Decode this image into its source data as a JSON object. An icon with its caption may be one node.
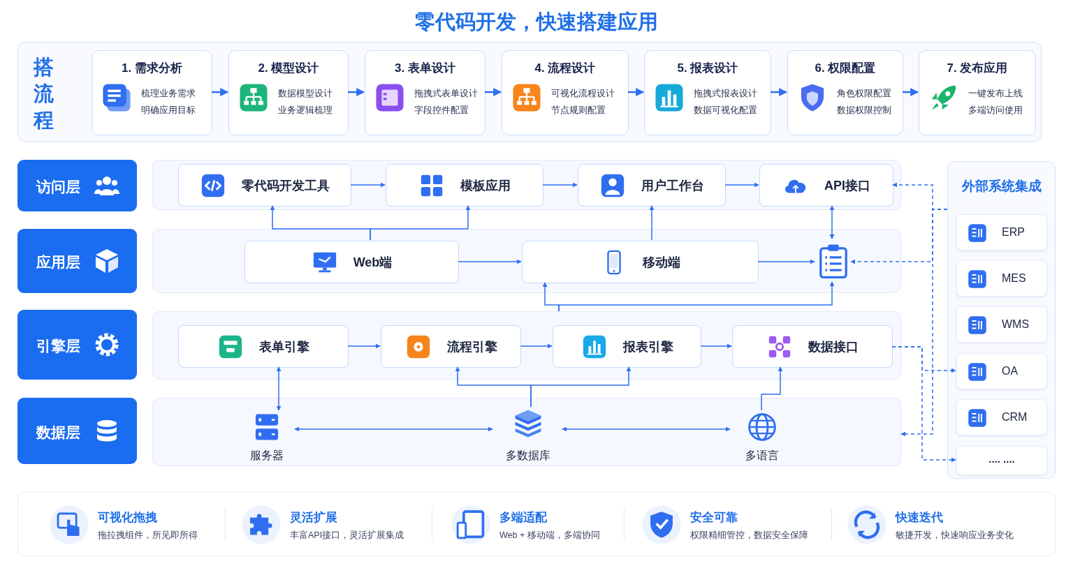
{
  "diagram": {
    "title": "零代码开发，快速搭建应用",
    "nodes": [
      {
        "text": [
          "搭流程"
        ]
      },
      {
        "text": [
          "1. 需求分析",
          "梳理业务需求明确应用目标"
        ],
        "in": 0
      },
      {
        "text": [
          "2. 模型设计",
          "数据模型设计业务逻辑梳理"
        ],
        "in": 0
      },
      {
        "text": [
          "3. 表单设计",
          "拖拽式表单设计字段控件配置"
        ],
        "in": 0
      },
      {
        "text": [
          "4. 流程设计",
          "可视化流程设计节点规则配置"
        ],
        "in": 0
      },
      {
        "text": [
          "5. 报表设计",
          "拖拽式报表设计数据可视化配置"
        ],
        "in": 0
      },
      {
        "text": [
          "6. 权限配置",
          "角色权限配置数据权限控制"
        ],
        "in": 0
      },
      {
        "text": [
          "7. 发布应用",
          "一键发布上线多端访问使用"
        ],
        "in": 0
      },
      {
        "text": [
          "访问层"
        ]
      },
      {
        "text": [],
        "shape": "box"
      },
      {
        "text": [
          "零代码开发工具"
        ],
        "in": 9
      },
      {
        "text": [
          "模板应用"
        ],
        "in": 9
      },
      {
        "text": [
          "用户工作台"
        ],
        "in": 9
      },
      {
        "text": [
          "API接口"
        ],
        "in": 9
      },
      {
        "text": [
          "应用层"
        ]
      },
      {
        "text": [],
        "shape": "box"
      },
      {
        "text": [
          "Web端"
        ],
        "in": 15
      },
      {
        "text": [
          "移动端"
        ],
        "in": 15
      },
      {
        "text": [],
        "shape": "clipboard",
        "in": 15
      },
      {
        "text": [
          "引擎层"
        ]
      },
      {
        "text": [],
        "shape": "box"
      },
      {
        "text": [
          "表单引擎"
        ],
        "in": 20
      },
      {
        "text": [
          "流程引擎"
        ],
        "in": 20
      },
      {
        "text": [
          "报表引擎"
        ],
        "in": 20
      },
      {
        "text": [
          "数据接口"
        ],
        "in": 20
      },
      {
        "text": [
          "数据层"
        ]
      },
      {
        "text": [],
        "shape": "box"
      },
      {
        "text": [
          "服务器"
        ],
        "in": 26
      },
      {
        "text": [
          "多数据库"
        ],
        "in": 26
      },
      {
        "text": [
          "多语言"
        ],
        "in": 26
      },
      {
        "text": [
          "外部系统集成"
        ]
      },
      {
        "text": [
          "ERP"
        ],
        "in": 30
      },
      {
        "text": [
          "MES"
        ],
        "in": 30
      },
      {
        "text": [
          "WMS"
        ],
        "in": 30
      },
      {
        "text": [
          "OA"
        ],
        "in": 30
      },
      {
        "text": [
          "CRM"
        ],
        "in": 30
      },
      {
        "text": [
          ".... ...."
        ],
        "in": 30
      }
    ],
    "edges": [
      {
        "from": 1,
        "to": 2,
        "arrow": "to"
      },
      {
        "from": 2,
        "to": 3,
        "arrow": "to"
      },
      {
        "from": 3,
        "to": 4,
        "arrow": "to"
      },
      {
        "from": 4,
        "to": 5,
        "arrow": "to"
      },
      {
        "from": 5,
        "to": 6,
        "arrow": "to"
      },
      {
        "from": 6,
        "to": 7,
        "arrow": "to"
      },
      {
        "from": 10,
        "to": 11,
        "arrow": "to"
      },
      {
        "from": 11,
        "to": 12,
        "arrow": "to"
      },
      {
        "from": 12,
        "to": 13,
        "arrow": "to"
      },
      {
        "from": 16,
        "to": 10,
        "arrow": "to"
      },
      {
        "from": 16,
        "to": 11,
        "arrow": "to"
      },
      {
        "from": 17,
        "to": 12,
        "arrow": "to"
      },
      {
        "from": 18,
        "to": 13,
        "arrow": "both"
      },
      {
        "from": 16,
        "to": 17,
        "arrow": "to"
      },
      {
        "from": 17,
        "to": 18,
        "arrow": "to"
      },
      {
        "from": 20,
        "to": 17,
        "arrow": "to"
      },
      {
        "from": 20,
        "to": 18,
        "arrow": "to"
      },
      {
        "from": 21,
        "to": 22,
        "arrow": "to"
      },
      {
        "from": 22,
        "to": 23,
        "arrow": "to"
      },
      {
        "from": 23,
        "to": 24,
        "arrow": "to"
      },
      {
        "from": 27,
        "to": 21,
        "arrow": "both"
      },
      {
        "from": 28,
        "to": 22,
        "arrow": "to"
      },
      {
        "from": 28,
        "to": 23,
        "arrow": "to"
      },
      {
        "from": 29,
        "to": 24,
        "arrow": "to"
      },
      {
        "from": 27,
        "to": 28,
        "arrow": "both"
      },
      {
        "from": 28,
        "to": 29,
        "arrow": "both"
      },
      {
        "from": 30,
        "to": 13,
        "arrow": "to",
        "style": "dashed"
      },
      {
        "from": 30,
        "to": 18,
        "arrow": "to",
        "style": "dashed"
      },
      {
        "from": 30,
        "to": 26,
        "arrow": "to",
        "style": "dashed"
      },
      {
        "from": 24,
        "to": 34,
        "arrow": "to",
        "style": "dashed"
      },
      {
        "from": 24,
        "to": 36,
        "arrow": "to",
        "style": "dashed"
      }
    ],
    "labels": [
      "可视化拖拽",
      "拖拉拽组件，所见即所得",
      "灵活扩展",
      "丰富API接口，灵活扩展集成",
      "多端适配",
      "Web + 移动端，多端协同",
      "安全可靠",
      "权限精细管控，数据安全保障",
      "快速迭代",
      "敏捷开发，快速响应业务变化"
    ]
  }
}
